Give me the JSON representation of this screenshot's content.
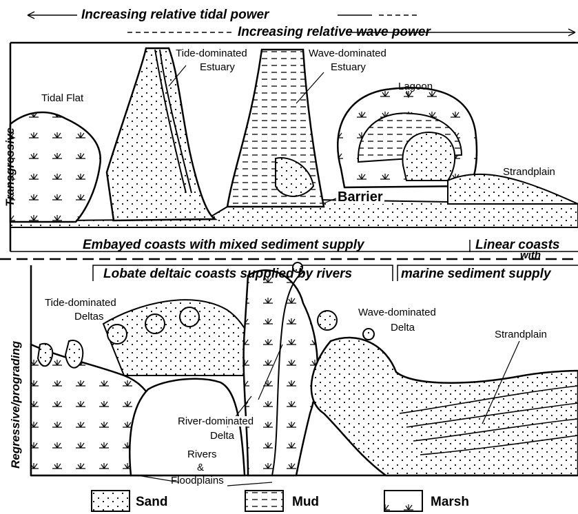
{
  "header": {
    "tidal_power": "Increasing relative tidal power",
    "wave_power": "Increasing relative wave power"
  },
  "sections": {
    "transgressive": "Transgressive",
    "regressive": "Regressive/prograding"
  },
  "transgressive_labels": {
    "tidal_flat": "Tidal Flat",
    "tide_estuary_1": "Tide-dominated",
    "tide_estuary_2": "Estuary",
    "wave_estuary_1": "Wave-dominated",
    "wave_estuary_2": "Estuary",
    "lagoon": "Lagoon",
    "barrier": "Barrier",
    "strandplain": "Strandplain"
  },
  "middle": {
    "embayed": "Embayed coasts with mixed sediment supply",
    "linear": "Linear coasts",
    "with": "with",
    "lobate": "Lobate deltaic coasts supplied by rivers",
    "marine": "marine sediment supply"
  },
  "regressive_labels": {
    "tide_deltas_1": "Tide-dominated",
    "tide_deltas_2": "Deltas",
    "wave_delta_1": "Wave-dominated",
    "wave_delta_2": "Delta",
    "strandplain": "Strandplain",
    "river_delta_1": "River-dominated",
    "river_delta_2": "Delta",
    "rivers_1": "Rivers",
    "rivers_2": "&",
    "rivers_3": "Floodplains"
  },
  "legend": {
    "sand": "Sand",
    "mud": "Mud",
    "marsh": "Marsh"
  }
}
